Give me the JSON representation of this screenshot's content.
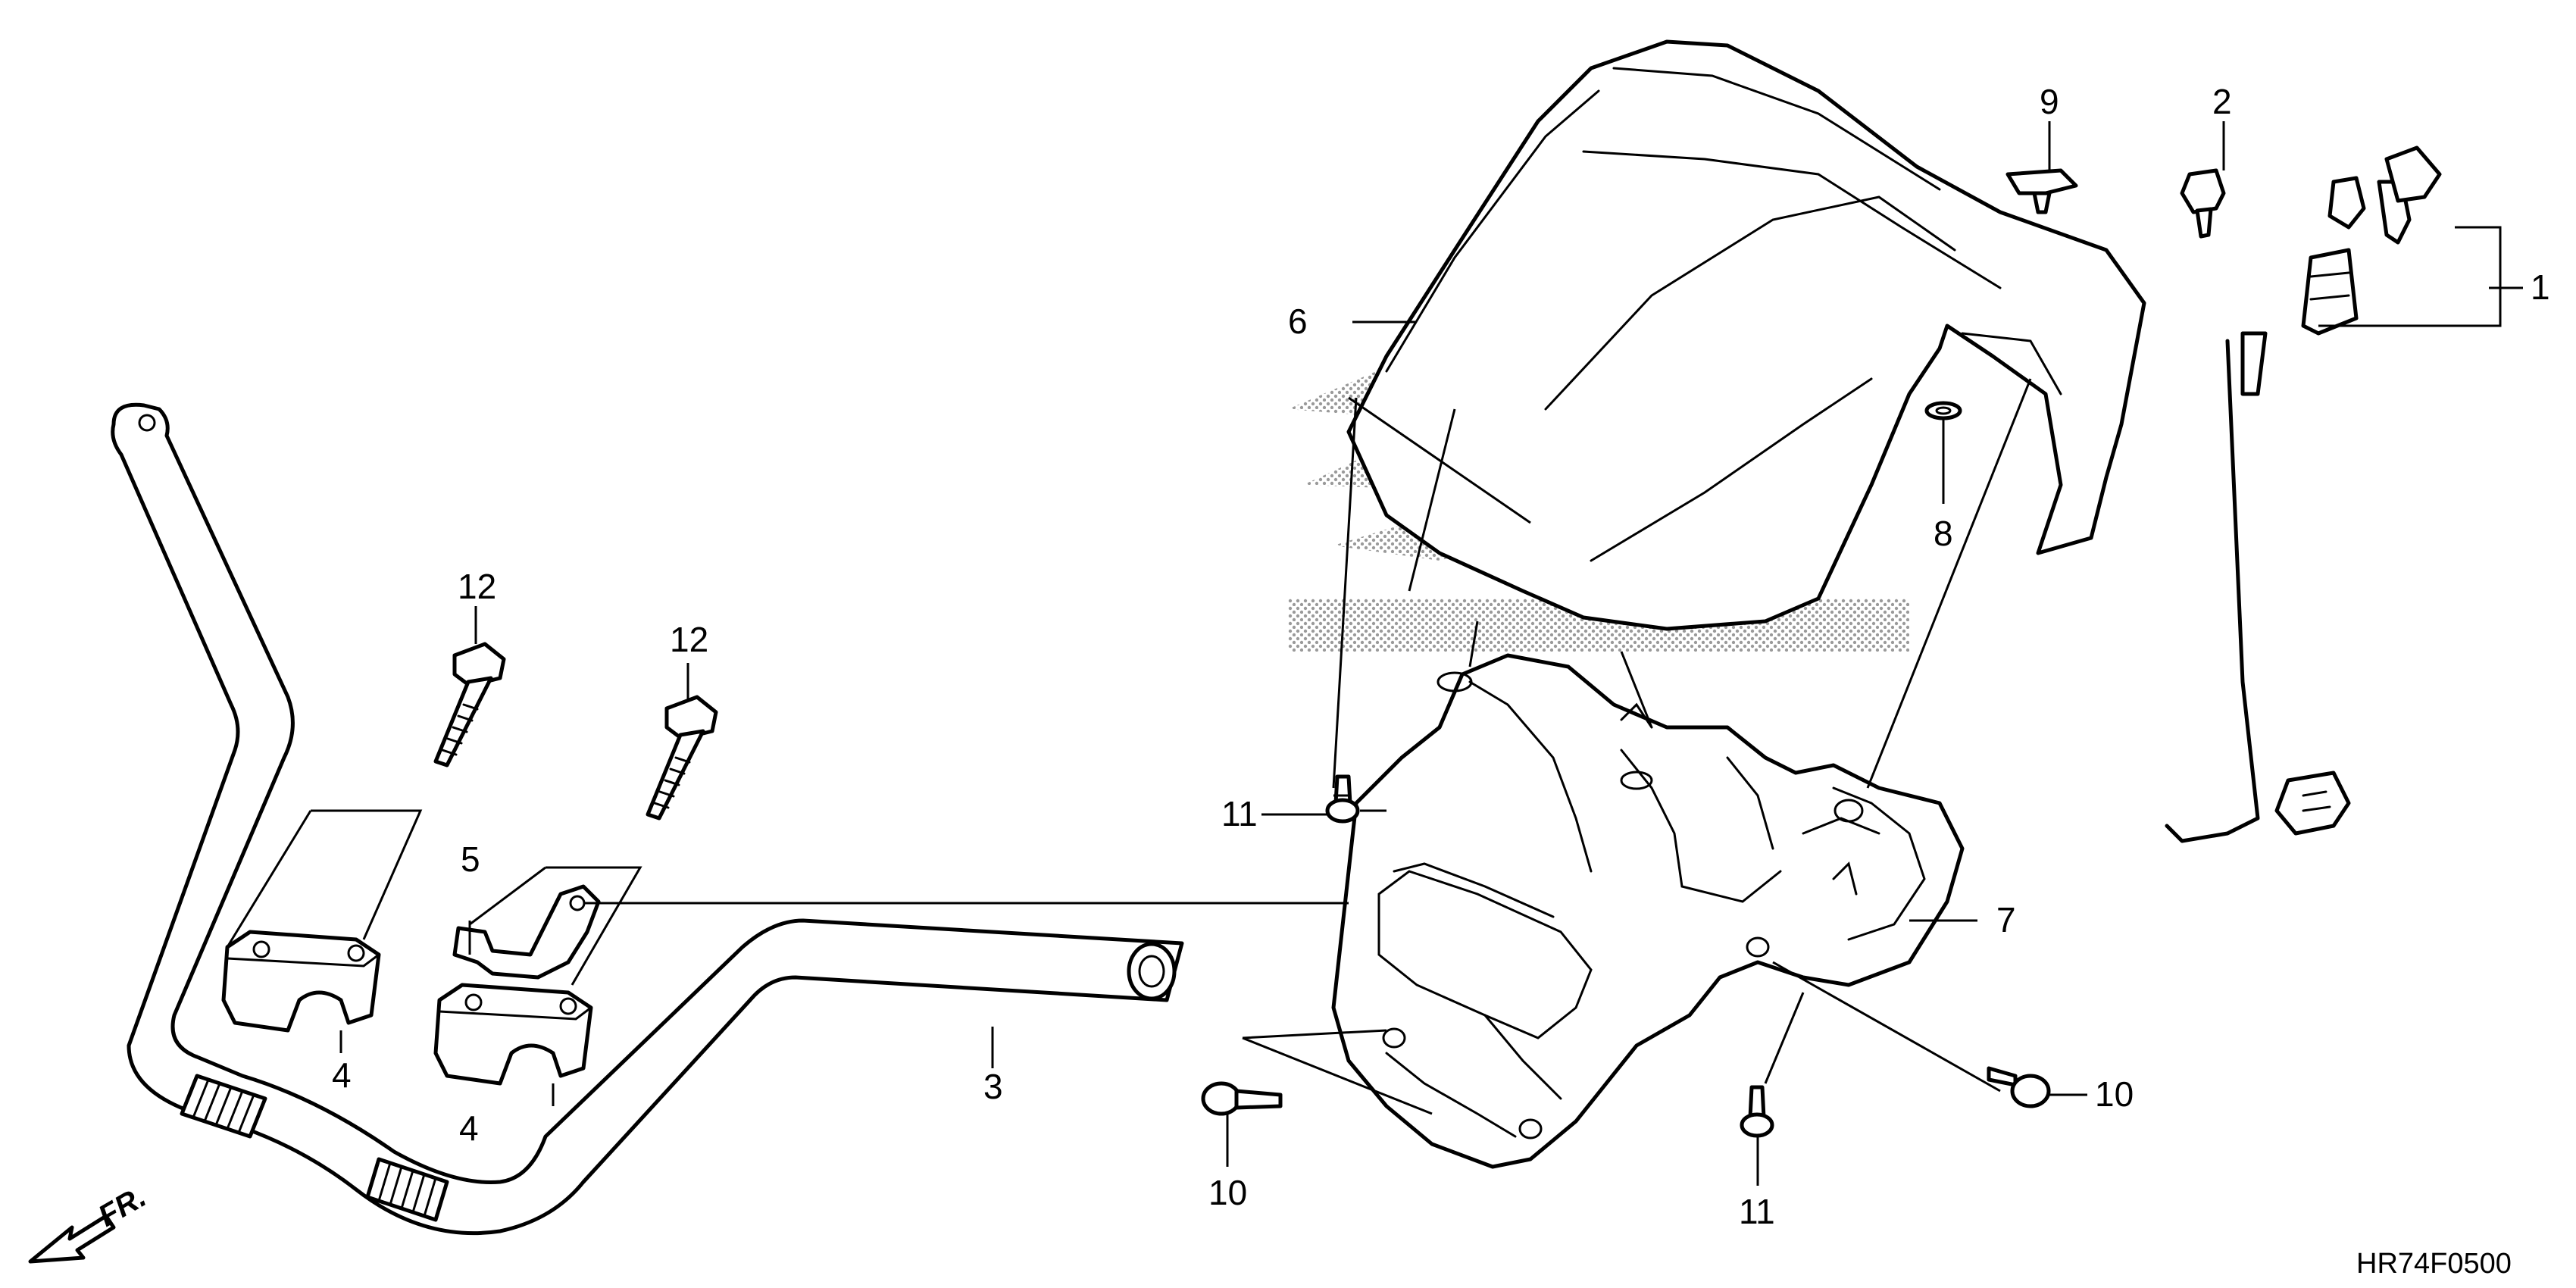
{
  "diagram": {
    "callouts": {
      "c1": "1",
      "c2": "2",
      "c3": "3",
      "c4a": "4",
      "c4b": "4",
      "c5": "5",
      "c6": "6",
      "c7": "7",
      "c8": "8",
      "c9": "9",
      "c10a": "10",
      "c10b": "10",
      "c11a": "11",
      "c11b": "11",
      "c12a": "12",
      "c12b": "12"
    },
    "direction_label": "FR.",
    "drawing_code": "HR74F0500",
    "watermark_color": "#9a9a9a"
  }
}
